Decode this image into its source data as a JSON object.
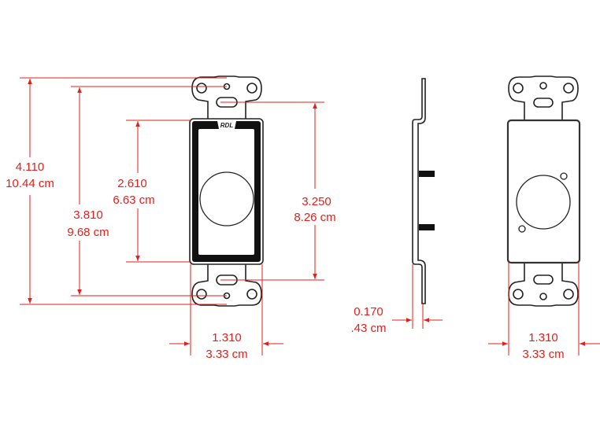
{
  "front_view": {
    "logo": "RDL",
    "overall_height": {
      "in": "4.110",
      "cm": "10.44 cm"
    },
    "ear_hole_spacing": {
      "in": "3.810",
      "cm": "9.68 cm"
    },
    "opening_height": {
      "in": "2.610",
      "cm": "6.63 cm"
    },
    "slot_spacing": {
      "in": "3.250",
      "cm": "8.26 cm"
    },
    "width": {
      "in": "1.310",
      "cm": "3.33 cm"
    }
  },
  "side_view": {
    "thickness": {
      "in": "0.170",
      "cm": ".43 cm"
    }
  },
  "back_view": {
    "width": {
      "in": "1.310",
      "cm": "3.33 cm"
    }
  },
  "colors": {
    "dimension": "#e0201c",
    "outline": "#222222"
  }
}
